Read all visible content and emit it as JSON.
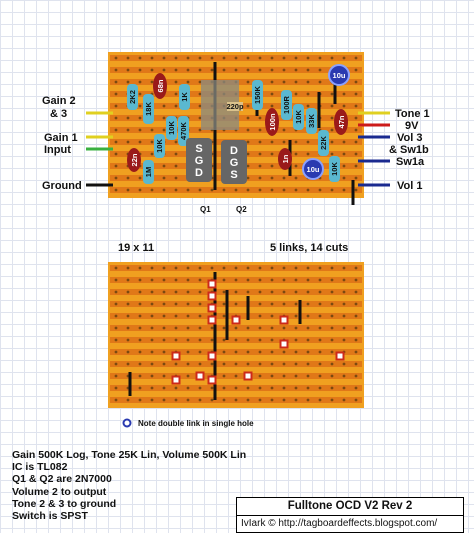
{
  "left_labels": [
    "Gain 2",
    "& 3",
    "Gain 1",
    "Input",
    "Ground"
  ],
  "right_labels": [
    "Tone 1",
    "9V",
    "Vol 3",
    "& Sw1b",
    "Sw1a",
    "Vol 1"
  ],
  "component_labels": [
    "2K2",
    "18K",
    "10K",
    "470K",
    "1K",
    "68n",
    "22n",
    "1M",
    "10K",
    "220p",
    "150K",
    "100R",
    "10K",
    "100n",
    "33K",
    "22K",
    "10K",
    "47n",
    "10u",
    "10u",
    "1n"
  ],
  "transistor_pins": [
    "S",
    "G",
    "D",
    "D",
    "G",
    "S"
  ],
  "transistor_labels": [
    "Q1",
    "Q2"
  ],
  "board2_size": "19 x 11",
  "board2_links": "5 links, 14 cuts",
  "note": "Note double link in single hole",
  "notes": [
    "Gain 500K Log, Tone 25K Lin, Volume 500K Lin",
    "IC is TL082",
    "Q1 & Q2 are 2N7000",
    "Volume 2 to output",
    "Tone 2 & 3 to ground",
    "Switch is SPST"
  ],
  "title": "Fulltone OCD V2 Rev 2",
  "credit": "IvIark © http://tagboardeffects.blogspot.com/",
  "colors": {
    "board": "#f0a020",
    "strip": "#e07818",
    "hole": "#7a4a10",
    "cut": "#cc2a1a",
    "link": "#111111"
  }
}
